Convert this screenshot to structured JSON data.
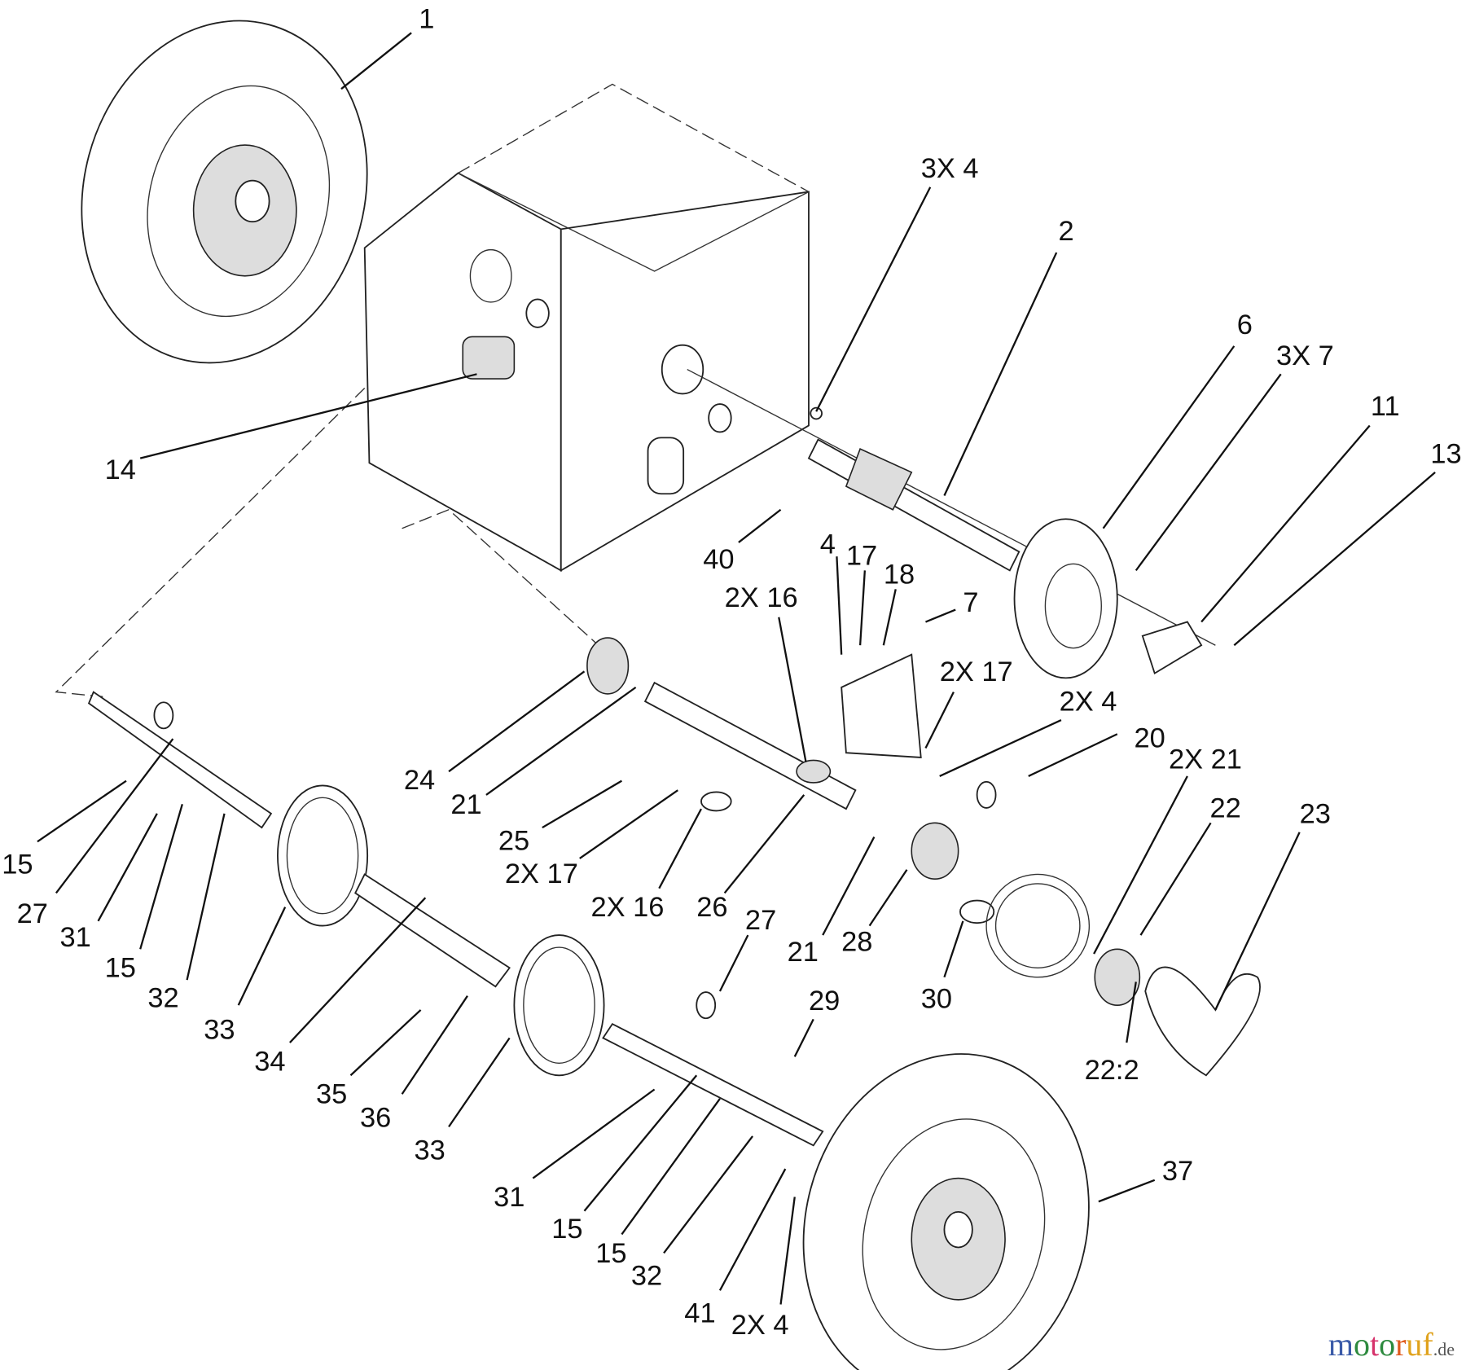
{
  "callouts": [
    {
      "text": "1"
    },
    {
      "text": "3X 4"
    },
    {
      "text": "2"
    },
    {
      "text": "6"
    },
    {
      "text": "3X 7"
    },
    {
      "text": "11"
    },
    {
      "text": "13"
    },
    {
      "text": "14"
    },
    {
      "text": "40"
    },
    {
      "text": "4"
    },
    {
      "text": "17"
    },
    {
      "text": "18"
    },
    {
      "text": "2X 16"
    },
    {
      "text": "7"
    },
    {
      "text": "2X 17"
    },
    {
      "text": "2X 4"
    },
    {
      "text": "20"
    },
    {
      "text": "2X 21"
    },
    {
      "text": "22"
    },
    {
      "text": "23"
    },
    {
      "text": "24"
    },
    {
      "text": "21"
    },
    {
      "text": "25"
    },
    {
      "text": "2X 17"
    },
    {
      "text": "2X 16"
    },
    {
      "text": "26"
    },
    {
      "text": "27"
    },
    {
      "text": "21"
    },
    {
      "text": "28"
    },
    {
      "text": "30"
    },
    {
      "text": "22:2"
    },
    {
      "text": "15"
    },
    {
      "text": "27"
    },
    {
      "text": "31"
    },
    {
      "text": "15"
    },
    {
      "text": "32"
    },
    {
      "text": "33"
    },
    {
      "text": "34"
    },
    {
      "text": "35"
    },
    {
      "text": "36"
    },
    {
      "text": "33"
    },
    {
      "text": "29"
    },
    {
      "text": "31"
    },
    {
      "text": "15"
    },
    {
      "text": "15"
    },
    {
      "text": "32"
    },
    {
      "text": "41"
    },
    {
      "text": "2X 4"
    },
    {
      "text": "37"
    }
  ],
  "watermark": {
    "name": "motoruf",
    "suffix": ".de",
    "colors": [
      "#3a5aa8",
      "#2d8a3e",
      "#d6336c",
      "#2d8a3e",
      "#e05a1c",
      "#e0a21c",
      "#e0a21c"
    ]
  }
}
